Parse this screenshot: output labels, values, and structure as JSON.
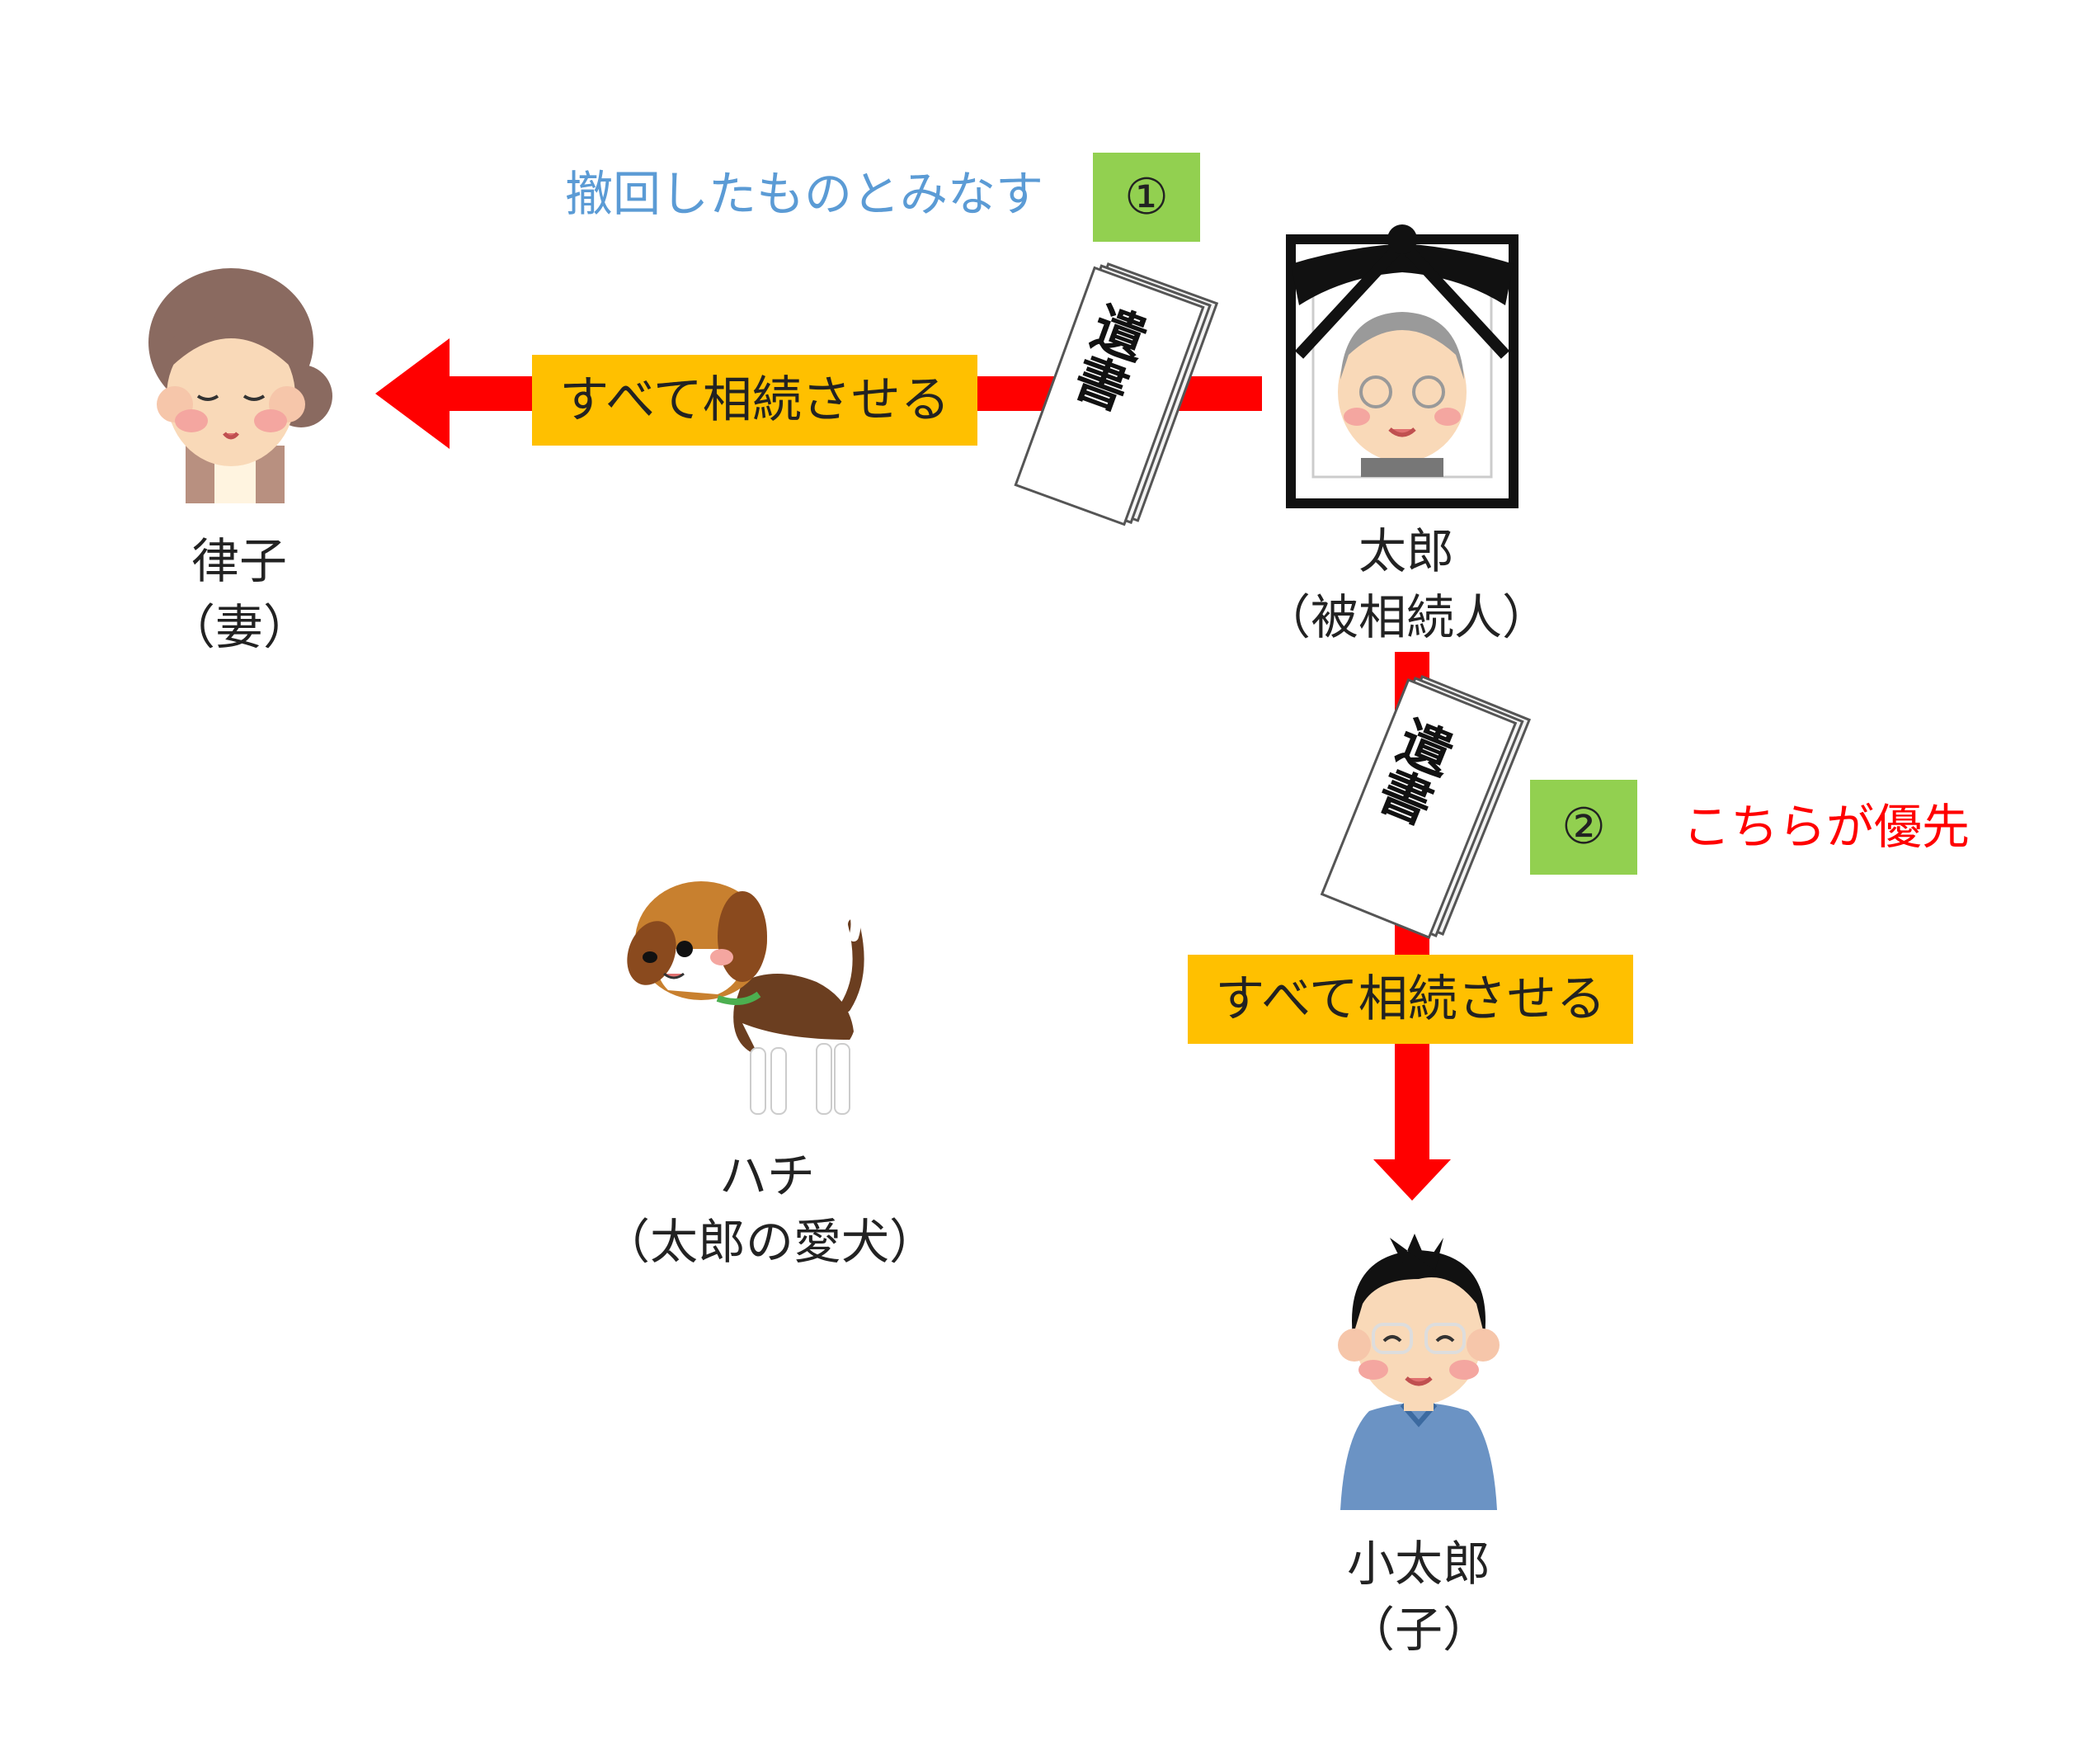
{
  "people": {
    "wife": {
      "name": "律子",
      "relation": "（妻）"
    },
    "deceased": {
      "name": "太郎",
      "relation": "（被相続人）"
    },
    "child": {
      "name": "小太郎",
      "relation": "（子）"
    },
    "dog": {
      "name": "ハチ",
      "relation": "（太郎の愛犬）"
    }
  },
  "will_1": {
    "number": "①",
    "label": "すべて相続させる",
    "note": "撤回したものとみなす",
    "document_glyph": "遺書"
  },
  "will_2": {
    "number": "②",
    "label": "すべて相続させる",
    "note": "こちらが優先",
    "document_glyph": "遺書"
  },
  "colors": {
    "arrow": "#ff0000",
    "label_box": "#ffc000",
    "number_box": "#92d050",
    "note_1": "#5b9bd5",
    "note_2": "#ff0000"
  }
}
